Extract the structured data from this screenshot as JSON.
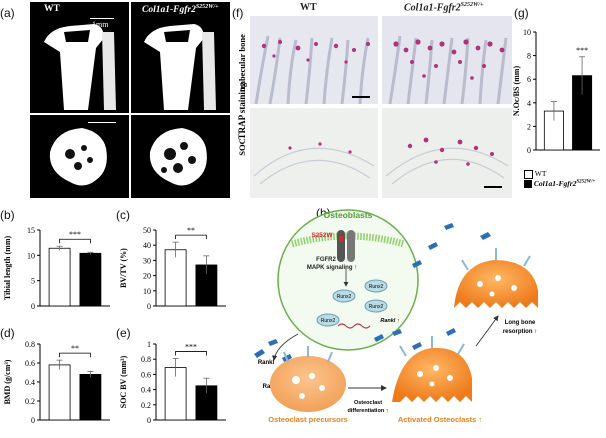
{
  "panel_labels": {
    "a": "(a)",
    "b": "(b)",
    "c": "(c)",
    "d": "(d)",
    "e": "(e)",
    "f": "(f)",
    "g": "(g)",
    "h": "(h)"
  },
  "ct": {
    "wt": "WT",
    "mut": "Col1a1-Fgfr2",
    "mut_sup": "S252W/+",
    "scale": "1mm"
  },
  "trap": {
    "wt": "WT",
    "mut": "Col1a1-Fgfr2",
    "mut_sup": "S252W/+",
    "row1": "trabecular bone",
    "row2": "SOC",
    "side": "TRAP staining"
  },
  "legend": {
    "wt": "WT",
    "mut": "Col1a1-Fgfr2",
    "mut_sup": "S252W/+"
  },
  "chart_data": [
    {
      "id": "b",
      "type": "bar",
      "categories": [
        "WT",
        "Col1a1-Fgfr2 S252W/+"
      ],
      "values": [
        11.4,
        10.4
      ],
      "errors": [
        0.4,
        0.2
      ],
      "ylabel": "Tibial length (mm)",
      "ylim": [
        0,
        15
      ],
      "yticks": [
        0,
        5,
        10,
        15
      ],
      "sig": "***",
      "colors": [
        "#ffffff",
        "#000000"
      ]
    },
    {
      "id": "c",
      "type": "bar",
      "categories": [
        "WT",
        "Col1a1-Fgfr2 S252W/+"
      ],
      "values": [
        37,
        27
      ],
      "errors": [
        5,
        6
      ],
      "ylabel": "BV/TV (%)",
      "ylim": [
        0,
        50
      ],
      "yticks": [
        0,
        10,
        20,
        30,
        40,
        50
      ],
      "sig": "**",
      "colors": [
        "#ffffff",
        "#000000"
      ]
    },
    {
      "id": "d",
      "type": "bar",
      "categories": [
        "WT",
        "Col1a1-Fgfr2 S252W/+"
      ],
      "values": [
        0.58,
        0.48
      ],
      "errors": [
        0.05,
        0.03
      ],
      "ylabel": "BMD (g/cm³)",
      "ylim": [
        0,
        0.8
      ],
      "yticks": [
        0,
        0.2,
        0.4,
        0.6,
        0.8
      ],
      "sig": "**",
      "colors": [
        "#ffffff",
        "#000000"
      ]
    },
    {
      "id": "e",
      "type": "bar",
      "categories": [
        "WT",
        "Col1a1-Fgfr2 S252W/+"
      ],
      "values": [
        0.69,
        0.45
      ],
      "errors": [
        0.12,
        0.1
      ],
      "ylabel": "SOC BV (mm³)",
      "ylim": [
        0,
        1
      ],
      "yticks": [
        0,
        0.2,
        0.4,
        0.6,
        0.8,
        1
      ],
      "sig": "***",
      "colors": [
        "#ffffff",
        "#000000"
      ]
    },
    {
      "id": "g",
      "type": "bar",
      "categories": [
        "WT",
        "Col1a1-Fgfr2 S252W/+"
      ],
      "values": [
        3.3,
        6.3
      ],
      "errors": [
        0.8,
        1.6
      ],
      "ylabel": "N.Oc/BS (mm)",
      "ylim": [
        0,
        10
      ],
      "yticks": [
        0,
        2,
        4,
        6,
        8,
        10
      ],
      "sig": "***",
      "colors": [
        "#ffffff",
        "#000000"
      ]
    }
  ],
  "diagram": {
    "osteoblasts": "Osteoblasts",
    "mutation": "S252W",
    "receptor": "FGFR2",
    "signaling": "MAPK signaling ↑",
    "runx2": "Runx2",
    "rankl_gene": "Rankl ↑",
    "rankl": "Rankl",
    "rank": "Rank",
    "precursors": "Osteoclast precursors",
    "differentiation_1": "Osteoclast",
    "differentiation_2": "differentiation ↑",
    "activated": "Activated Osteoclasts ↑",
    "resorption_1": "Long bone",
    "resorption_2": "resorption ↑",
    "colors": {
      "green": "#6ab04c",
      "orange": "#f39a3a",
      "orange_light": "#f7b06a",
      "blue": "#2d6fb7",
      "red": "#d62b2b"
    }
  }
}
